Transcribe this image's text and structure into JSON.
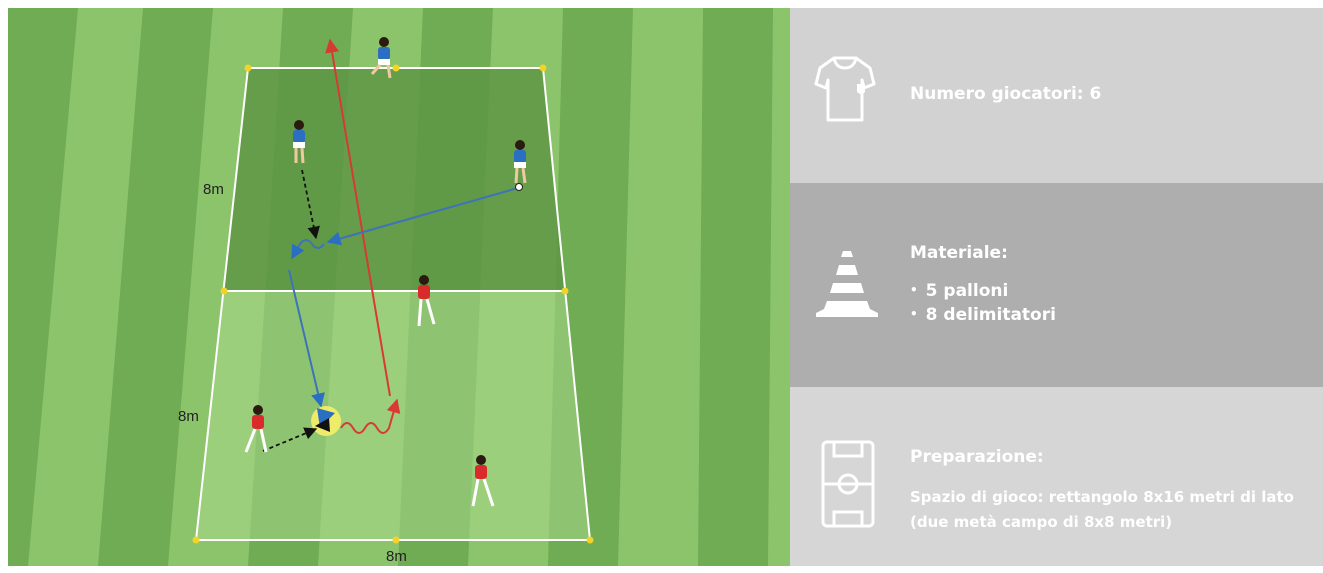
{
  "pitch": {
    "colors": {
      "stripe_light": "#8cc46c",
      "stripe_dark": "#6fac53",
      "area_dark": "#5f9745",
      "area_light": "#a8d88b",
      "line": "#ffffff",
      "marker": "#f2d428",
      "blue_team": "#2b6fc2",
      "red_team": "#d92b2b",
      "ball_zone": "#f7ef68",
      "pass_line": "#3e73b8",
      "run_line": "#d73a33",
      "movement_line": "#111111"
    },
    "dimension_labels": {
      "upper_side": "8m",
      "lower_side": "8m",
      "bottom": "8m"
    }
  },
  "info": {
    "players": {
      "icon": "shirt-icon",
      "text": "Numero giocatori: 6"
    },
    "material": {
      "icon": "cone-icon",
      "title": "Materiale:",
      "items": [
        "5 palloni",
        "8 delimitatori"
      ]
    },
    "setup": {
      "icon": "field-icon",
      "title": "Preparazione:",
      "description": "Spazio di gioco: rettangolo 8x16 metri di lato (due metà campo di 8x8 metri)"
    }
  }
}
